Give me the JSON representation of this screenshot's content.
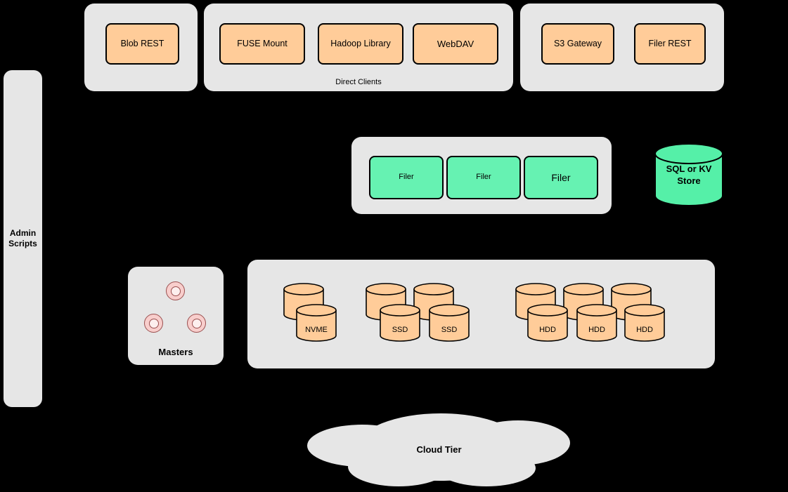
{
  "colors": {
    "background": "#000000",
    "panel": "#e6e6e6",
    "client_box": "#ffcc99",
    "filer_box": "#66f2b2",
    "store_fill": "#55f0a8",
    "disk_fill": "#ffcc99",
    "master_fill": "#f8cecc",
    "master_inner": "#fdefee",
    "master_stroke": "#9a4f4f",
    "stroke": "#000000",
    "text": "#000000"
  },
  "admin_scripts": {
    "label": "Admin\nScripts"
  },
  "client_groups": {
    "blob": {
      "blob_rest": "Blob REST"
    },
    "direct": {
      "label": "Direct Clients",
      "fuse_mount": "FUSE Mount",
      "hadoop_library": "Hadoop Library",
      "webdav": "WebDAV"
    },
    "gateway": {
      "s3_gateway": "S3 Gateway",
      "filer_rest": "Filer REST"
    }
  },
  "filer_tier": {
    "filers": [
      "Filer",
      "Filer",
      "Filer"
    ]
  },
  "metadata_store": {
    "label": "SQL or KV Store"
  },
  "masters": {
    "label": "Masters"
  },
  "volume_tier": {
    "nvme": [
      "NVME"
    ],
    "ssd": [
      "SSD",
      "SSD"
    ],
    "hdd": [
      "HDD",
      "HDD",
      "HDD"
    ]
  },
  "cloud": {
    "label": "Cloud Tier"
  }
}
